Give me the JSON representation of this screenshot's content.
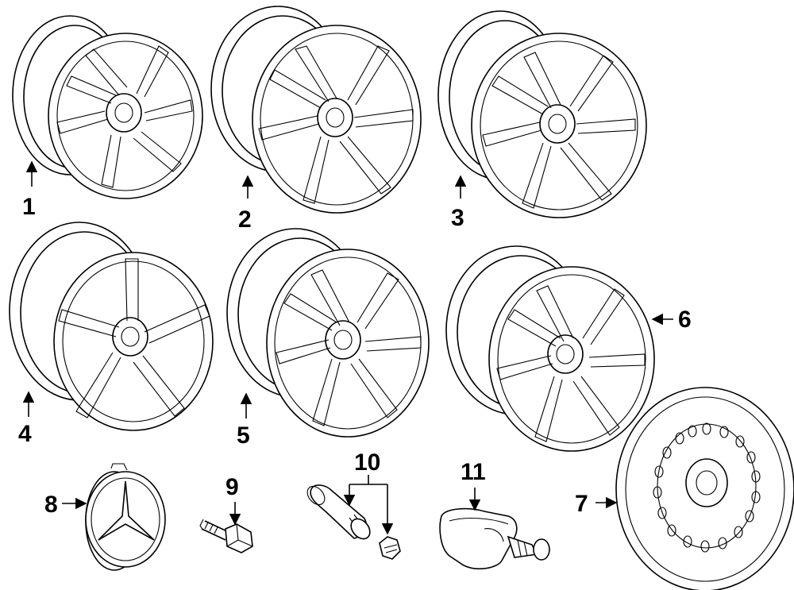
{
  "diagram": {
    "labels": [
      "1",
      "2",
      "3",
      "4",
      "5",
      "6",
      "7",
      "8",
      "9",
      "10",
      "11"
    ],
    "colors": {
      "ink": "#000000",
      "paper": "#ffffff"
    }
  }
}
